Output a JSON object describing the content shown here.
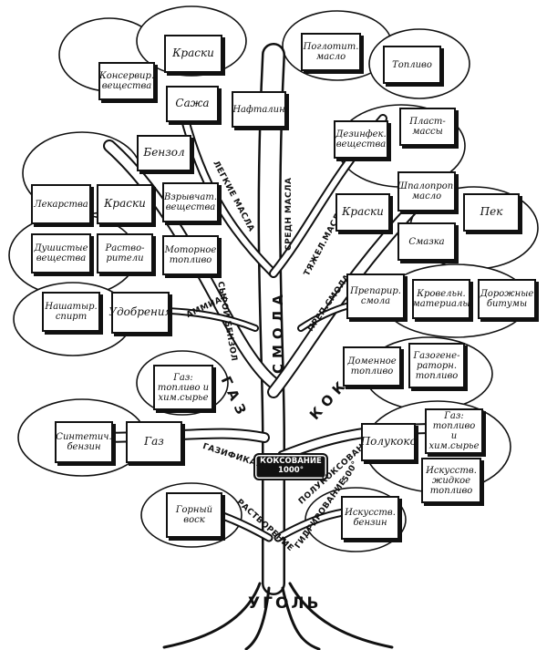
{
  "root": "УГОЛЬ",
  "center": {
    "line1": "КОКСОВАНИЕ",
    "line2": "1000°"
  },
  "branches": {
    "smola": "СМОЛА",
    "gaz": "ГАЗ",
    "koks": "КОКС",
    "legkie_masla": "ЛЕГКИЕ МАСЛА",
    "sredn_masla": "СРЕДН МАСЛА",
    "tyazh_masla": "ТЯЖЕЛ.МАСЛА",
    "prep_smola": "ПРЕП.СМОЛА",
    "syroi_benzol": "СЫРОЙ БЕНЗОЛ",
    "ammiak": "АММИАК",
    "gazifikatsiya": "ГАЗИФИКАЦИЯ",
    "polukoksovanie": "ПОЛУКОКСОВАНИЕ",
    "polukoks_temp": "500°",
    "rastvorenie": "РАСТВОРЕНИЕ",
    "gidrirovanie": "ГИДРИРОВАНИЕ"
  },
  "products": {
    "kraski_top": "Краски",
    "konservir": "Консервир. вещества",
    "sazha": "Сажа",
    "naftalin": "Нафталин",
    "poglotit": "Поглотит. масло",
    "toplivo_top": "Топливо",
    "benzol": "Бензол",
    "dezinfek": "Дезинфек. вещества",
    "plastmassy": "Пласт-массы",
    "lekarstva": "Лекарства",
    "kraski_left": "Краски",
    "vzryvchat": "Взрывчат. вещества",
    "dushistye": "Душистые вещества",
    "rastvoriteli": "Раство-рители",
    "motornoe": "Моторное топливо",
    "kraski_right": "Краски",
    "shpalopropit": "Шпалопроп. масло",
    "pek": "Пек",
    "smazka": "Смазка",
    "preparir": "Препарир. смола",
    "krovelnye": "Кровельн. материалы",
    "dorozhnye": "Дорожные битумы",
    "nashatyr": "Нашатыр. спирт",
    "udobreniya": "Удобрения",
    "domennoe": "Доменное топливо",
    "gazogenerator": "Газогене-раторн. топливо",
    "gaz_left": "Газ: топливо и хим.сырье",
    "sintetich": "Синтетич. бензин",
    "gaz_small": "Газ",
    "polukoks": "Полукокс",
    "gaz_right": "Газ: топливо и хим.сырье",
    "iskusstv_zhidkoe": "Искусств. жидкое топливо",
    "gornyi_vosk": "Горный воск",
    "iskusstv_benzin": "Искусств. бензин"
  }
}
